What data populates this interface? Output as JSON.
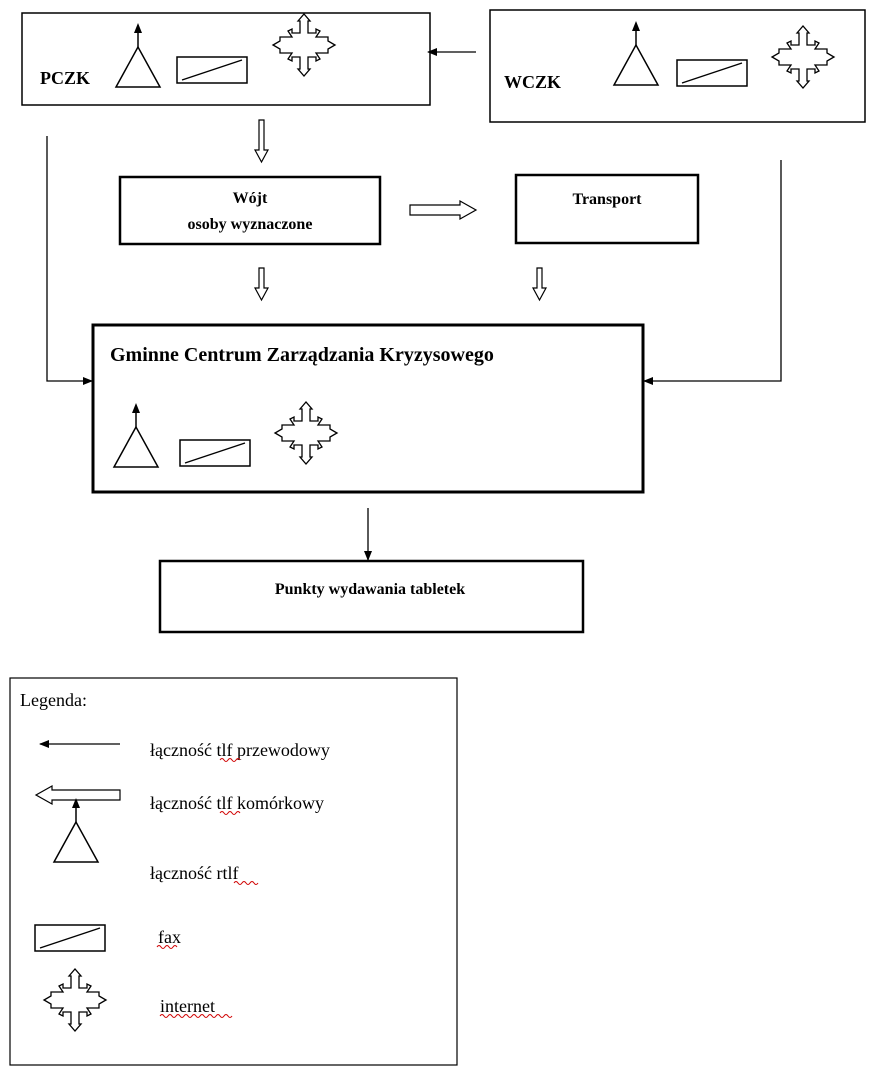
{
  "nodes": {
    "pczk": "PCZK",
    "wczk": "WCZK",
    "wojt_line1": "Wójt",
    "wojt_line2": "osoby wyznaczone",
    "transport": "Transport",
    "gczk": "Gminne Centrum Zarządzania Kryzysowego",
    "punkty": "Punkty wydawania tabletek"
  },
  "legend": {
    "title": "Legenda:",
    "items": [
      {
        "icon": "thin-arrow-icon",
        "label": "łączność tlf przewodowy"
      },
      {
        "icon": "hollow-arrow-icon",
        "label": "łączność tlf komórkowy"
      },
      {
        "icon": "radio-antenna-icon",
        "label": "łączność rtlf"
      },
      {
        "icon": "fax-icon",
        "label": "fax"
      },
      {
        "icon": "internet-icon",
        "label": "internet"
      }
    ]
  }
}
